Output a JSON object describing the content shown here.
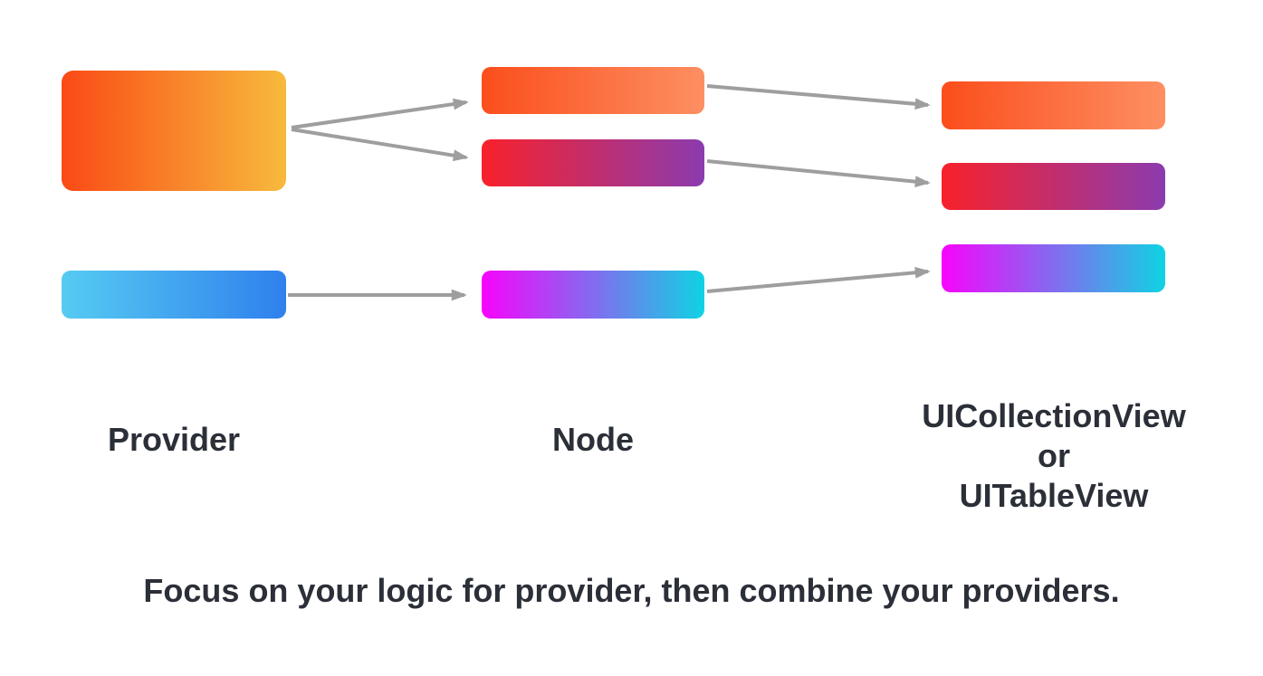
{
  "diagram": {
    "labels": {
      "provider": "Provider",
      "node": "Node",
      "view_lines": [
        "UICollectionView",
        "or",
        "UITableView"
      ]
    },
    "caption": "Focus on your logic for provider, then combine your providers.",
    "colors": {
      "arrow": "#9e9e9e",
      "text": "#2b2f38",
      "background": "#ffffff"
    },
    "boxes": {
      "provider_primary": {
        "gradient_from": "#fa4a16",
        "gradient_to": "#f7ba3c"
      },
      "provider_secondary": {
        "gradient_from": "#56cbf2",
        "gradient_to": "#2f80ed"
      },
      "node_orange": {
        "gradient_from": "#fb4e1c",
        "gradient_to": "#fd8f62"
      },
      "node_red_purple": {
        "gradient_from": "#f8212b",
        "gradient_to": "#8b3baf"
      },
      "node_magenta_cyan": {
        "gradient_from": "#f704fc",
        "gradient_to": "#0fd3e3"
      },
      "view_orange": {
        "gradient_from": "#fb4e1c",
        "gradient_to": "#fd8f62"
      },
      "view_red_purple": {
        "gradient_from": "#f8212b",
        "gradient_to": "#8b3baf"
      },
      "view_magenta_cyan": {
        "gradient_from": "#f704fc",
        "gradient_to": "#0fd3e3"
      }
    }
  }
}
